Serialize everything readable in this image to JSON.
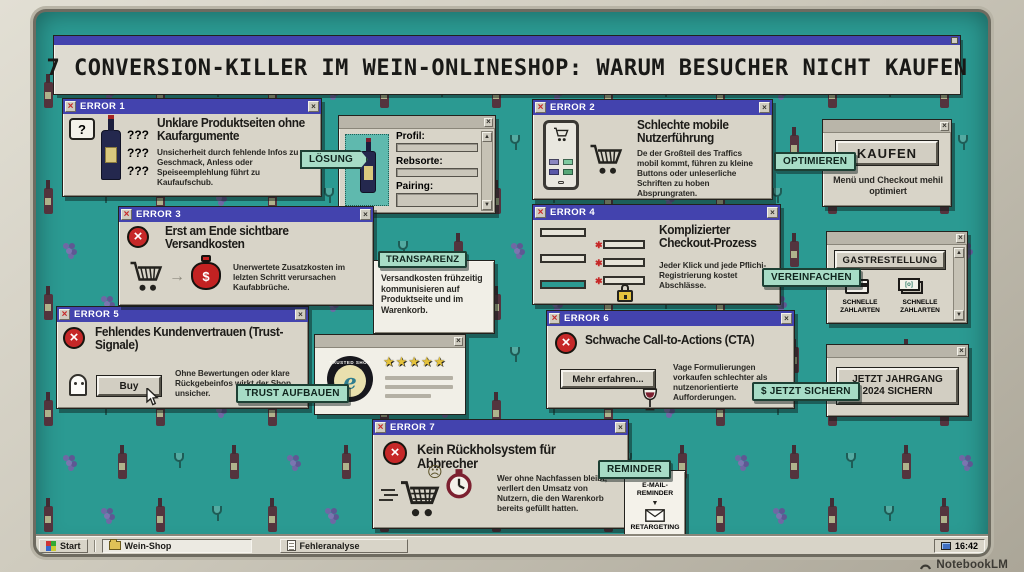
{
  "banner": {
    "title": "7 CONVERSION-KILLER IM WEIN-ONLINESHOP: WARUM BESUCHER NICHT KAUFEN"
  },
  "errors": {
    "e1": {
      "title": "ERROR 1",
      "bubble": "?",
      "qmarks": "???",
      "heading": "Unklare Produktseiten ohne Kaufargumente",
      "body": "Unsicherheit durch fehlende Infos zu Geschmack, Anless oder Speiseemplehlung führt zu Kaufaufschub."
    },
    "e2": {
      "title": "ERROR 2",
      "heading": "Schlechte mobile Nutzerführung",
      "body": "De der Großteil des Traffics mobil kommt, führen zu kleine Buttons oder unleserliche Schriften zu hoben Absprungraten."
    },
    "e3": {
      "title": "ERROR 3",
      "money": "$",
      "heading": "Erst am Ende sichtbare Versandkosten",
      "body": "Unerwertete Zusatzkosten im lelzten Schritt verursachen Kaufabbrüche."
    },
    "e4": {
      "title": "ERROR 4",
      "heading": "Komplizierter Checkout-Prozess",
      "body": "Jeder Klick und jede Pflichi-Registrierung kostet Abschlässe."
    },
    "e5": {
      "title": "ERROR 5",
      "button": "Buy",
      "heading": "Fehlendes Kundenvertrauen (Trust-Signale)",
      "body": "Ohne Bewertungen oder klare Rückgebeinfos wirkt der Shop unsicher."
    },
    "e6": {
      "title": "ERROR 6",
      "button": "Mehr erfahren...",
      "heading": "Schwache Call-to-Actions (CTA)",
      "body": "Vage Formulierungen vorkaufen schlechter als nutzenorientierte Aufforderungen."
    },
    "e7": {
      "title": "ERROR 7",
      "heading": "Kein Rückholsystem für Abbrecher",
      "body": "Wer ohne Nachfassen bleibt, verllert den Umsatz von Nutzern, die den Warenkorb bereits gefüllt hatten."
    }
  },
  "badges": {
    "loesung": "LÖSUNG",
    "optimieren": "OPTIMIEREN",
    "transparenz": "TRANSPARENZ",
    "vereinfachen": "VEREINFACHEN",
    "trust": "TRUST AUFBAUEN",
    "jetzt": "$ JETZT SICHERN",
    "reminder": "REMINDER"
  },
  "solutions": {
    "product": {
      "fields": [
        "Profil:",
        "Rebsorte:",
        "Pairing:"
      ]
    },
    "kaufen": {
      "button": "KAUFEN",
      "caption": "Menü und Checkout mehil optimiert"
    },
    "transparenz": {
      "body": "Versandkosten frühzeitig kommunisieren auf Produktseite und im Warenkorb."
    },
    "gast": {
      "button": "GASTRESTELLUNG",
      "labels": [
        "SCHNELLE ZAHLARTEN",
        "SCHNELLE ZAHLARTEN"
      ]
    },
    "trusted": {
      "seal_text": "TRUSTED SHOP",
      "seal_letter": "e",
      "stars": "★★★★★"
    },
    "jahrgang": {
      "button": "JETZT JAHRGANG 2024 SICHERN"
    },
    "reminder_flow": {
      "steps": [
        "E-MAIL-REMINDER",
        "RETARGETING"
      ]
    }
  },
  "taskbar": {
    "start": "Start",
    "tasks": [
      "Wein-Shop",
      "Fehleranalyse"
    ],
    "clock": "16:42"
  },
  "watermark": "NotebookLM",
  "colors": {
    "desktop": "#2b9a92",
    "titlebar": "#4343ae",
    "badge_bg": "#a7dcc6",
    "error_red": "#c62828",
    "window_bg": "#d8d4c8"
  }
}
